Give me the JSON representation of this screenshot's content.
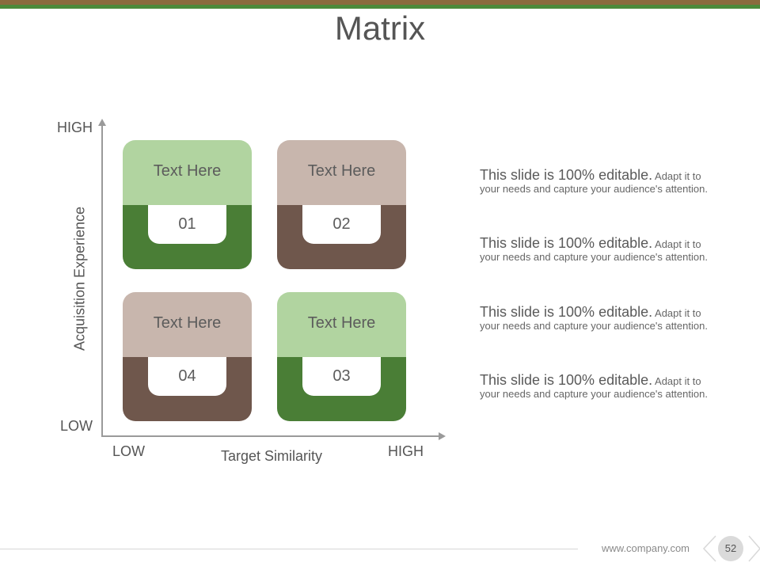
{
  "slide": {
    "title": "Matrix",
    "footer_url": "www.company.com",
    "page_number": "52"
  },
  "axes": {
    "y_high": "HIGH",
    "y_low": "LOW",
    "y_title": "Acquisition Experience",
    "x_low": "LOW",
    "x_high": "HIGH",
    "x_title": "Target Similarity"
  },
  "tiles": [
    {
      "label": "Text Here",
      "number": "01",
      "color": "green"
    },
    {
      "label": "Text Here",
      "number": "02",
      "color": "brown"
    },
    {
      "label": "Text Here",
      "number": "04",
      "color": "brown"
    },
    {
      "label": "Text Here",
      "number": "03",
      "color": "green"
    }
  ],
  "descriptions": [
    {
      "head": "This slide is 100% editable.",
      "body": " Adapt it to your needs and capture your audience's attention."
    },
    {
      "head": "This slide is 100% editable.",
      "body": " Adapt it to your needs and capture your audience's attention."
    },
    {
      "head": "This slide is 100% editable.",
      "body": " Adapt it to your needs and capture your audience's attention."
    },
    {
      "head": "This slide is 100% editable.",
      "body": " Adapt it to your needs and capture your audience's attention."
    }
  ],
  "colors": {
    "top_bar_brown": "#8a6b3d",
    "top_bar_green": "#4c8a3a",
    "green_light": "#b1d4a0",
    "green_dark": "#4a7e36",
    "brown_light": "#c8b6ad",
    "brown_dark": "#6f574c"
  }
}
